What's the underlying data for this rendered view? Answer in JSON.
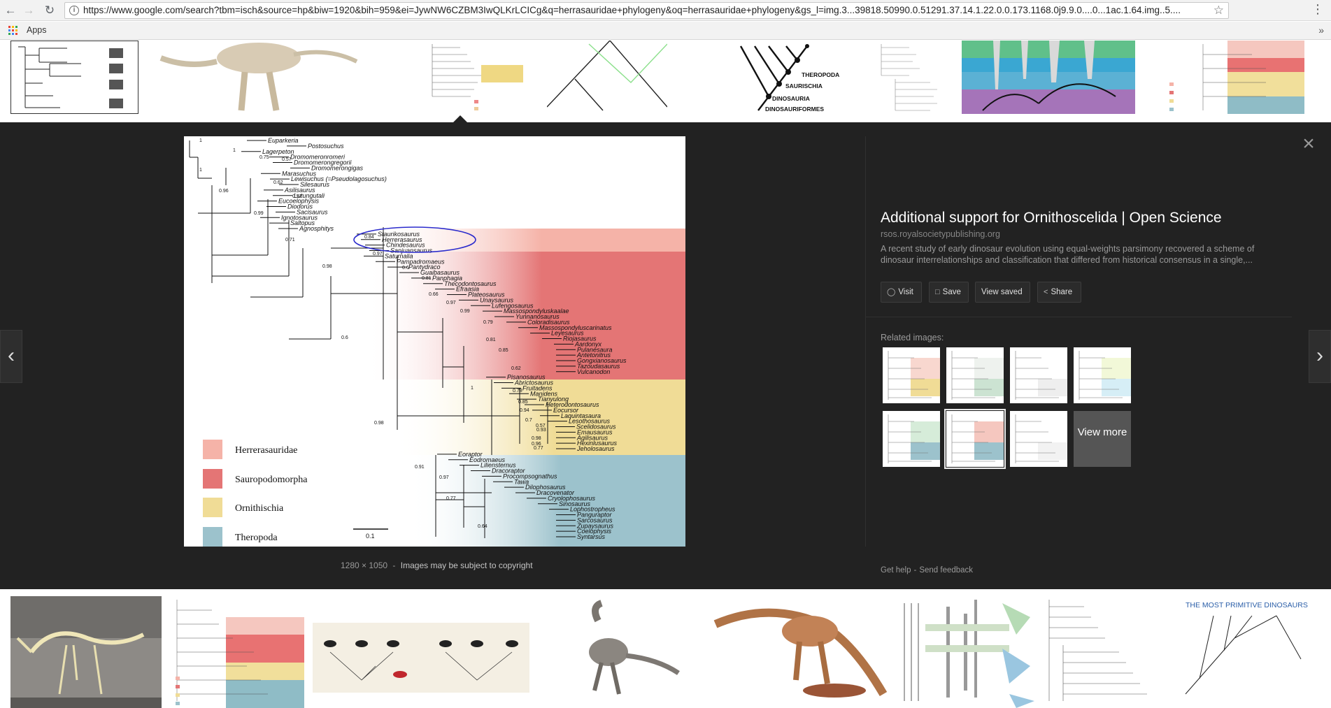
{
  "browser": {
    "url": "https://www.google.com/search?tbm=isch&source=hp&biw=1920&bih=959&ei=JywNW6CZBM3IwQLKrLCICg&q=herrasauridae+phylogeny&oq=herrasauridae+phylogeny&gs_l=img.3...39818.50990.0.51291.37.14.1.22.0.0.173.1168.0j9.9.0....0...1ac.1.64.img..5....",
    "back_icon": "arrow-left-icon",
    "forward_icon": "arrow-right-icon",
    "reload_icon": "reload-icon",
    "bookmarks_label": "Apps"
  },
  "top_strip": {
    "thumb_1": {
      "labels": [
        "THEROPODA",
        "SAURISCHIA",
        "DINOSAURIA",
        "DINOSAURIFORMES"
      ]
    }
  },
  "viewer": {
    "image_size": "1280 × 1050",
    "separator": "-",
    "copyright_note": "Images may be subject to copyright",
    "title": "Additional support for Ornithoscelida | Open Science",
    "domain": "rsos.royalsocietypublishing.org",
    "description": "A recent study of early dinosaur evolution using equal-weights parsimony recovered a scheme of dinosaur interrelationships and classification that differed from historical consensus in a single,...",
    "actions": [
      {
        "label": "Visit",
        "icon": "globe-icon"
      },
      {
        "label": "Save",
        "icon": "bookmark-icon"
      },
      {
        "label": "View saved",
        "icon": ""
      },
      {
        "label": "Share",
        "icon": "share-icon"
      }
    ],
    "related_label": "Related images:",
    "view_more_label": "View more",
    "get_help": "Get help",
    "send_feedback": "Send feedback"
  },
  "tree": {
    "legend": [
      "Herrerasauridae",
      "Sauropodomorpha",
      "Ornithischia",
      "Theropoda"
    ],
    "legend_colors": [
      "#f5b3a8",
      "#e47575",
      "#f0dc96",
      "#9cc2cc"
    ],
    "scale_label": "0.1",
    "taxa": [
      "Euparkeria",
      "Postosuchus",
      "Lagerpeton",
      "Dromomeronromeri",
      "Dromomerongregorii",
      "Dromomerongigas",
      "Marasuchus",
      "Lewisuchus (=Pseudolagosuchus)",
      "Silesaurus",
      "Asilisaurus",
      "Lutungutali",
      "Eucoelophysis",
      "Diodorus",
      "Sacisaurus",
      "Ignotosaurus",
      "Saltopus",
      "Agnosphitys",
      "Staurikosaurus",
      "Herrerasaurus",
      "Chindesaurus",
      "Sanjuansaurus",
      "Saturnalia",
      "Pampadromaeus",
      "Pantydraco",
      "Guaibasaurus",
      "Panphagia",
      "Thecodontosaurus",
      "Efraasia",
      "Plateosaurus",
      "Unaysaurus",
      "Lufengosaurus",
      "Massospondyluskaalae",
      "Yunnanosaurus",
      "Coloradisaurus",
      "Massospondyluscarinatus",
      "Leyesaurus",
      "Riojasaurus",
      "Aardonyx",
      "Pulanesaura",
      "Antetonitrus",
      "Gongxianosaurus",
      "Tazoudasaurus",
      "Vulcanodon",
      "Pisanosaurus",
      "Abrictosaurus",
      "Fruitadens",
      "Manidens",
      "Tianyulong",
      "Heterodontosaurus",
      "Eocursor",
      "Laquintasaura",
      "Lesothosaurus",
      "Scelidosaurus",
      "Emausaurus",
      "Agilisaurus",
      "Hexinlusaurus",
      "Jeholosaurus",
      "Eoraptor",
      "Eodromaeus",
      "Liliensternus",
      "Dracoraptor",
      "Procompsognathus",
      "Tawa",
      "Dilophosaurus",
      "Dracovenator",
      "Cryolophosaurus",
      "Sinosaurus",
      "Lophostropheus",
      "Panguraptor",
      "Sarcosaurus",
      "Zupaysaurus",
      "Coelophysis",
      "Syntarsus"
    ],
    "support_values": [
      "1",
      "1",
      "0.75",
      "0.57",
      "1",
      "0.96",
      "0.62",
      "0.57",
      "0.99",
      "0.71",
      "0.98",
      "0.84",
      "0.97",
      "0.6",
      "0.81",
      "0.66",
      "0.97",
      "0.99",
      "0.79",
      "0.81",
      "0.85",
      "0.62",
      "0.6",
      "1",
      "0.78",
      "0.85",
      "0.94",
      "0.7",
      "0.57",
      "0.93",
      "0.98",
      "0.96",
      "0.77",
      "0.98",
      "0.91",
      "0.97",
      "0.77",
      "0.64"
    ]
  },
  "bottom_strip": {
    "thumb_8_title": "THE MOST PRIMITIVE DINOSAURS"
  }
}
